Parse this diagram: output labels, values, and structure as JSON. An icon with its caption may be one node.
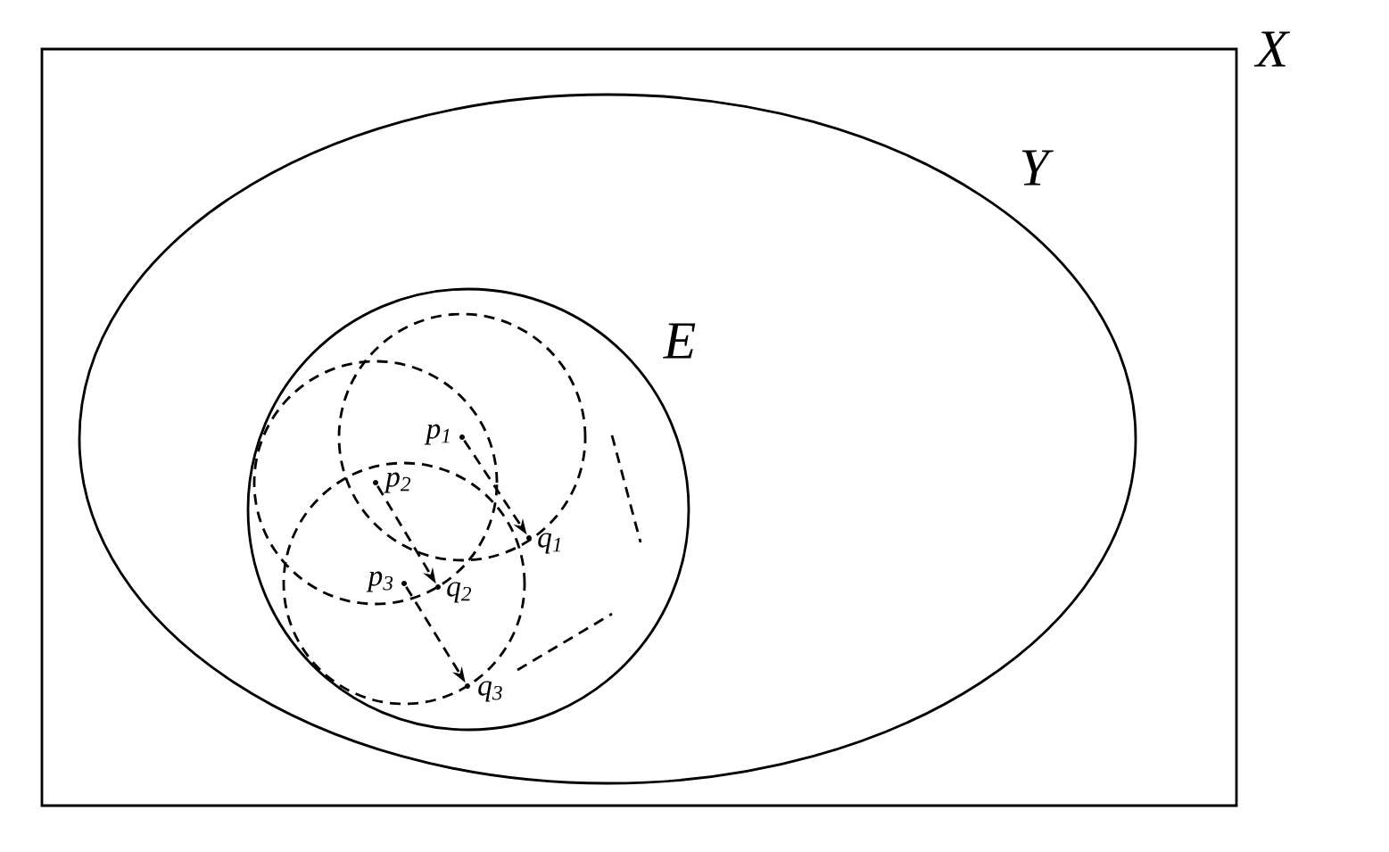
{
  "diagram": {
    "nodes": [
      {
        "text": [
          "X"
        ]
      },
      {
        "text": [
          "Y"
        ],
        "in": 0
      },
      {
        "text": [
          "E"
        ],
        "in": 1
      },
      {
        "text": [
          "p$_{1}$"
        ],
        "in": 2
      },
      {
        "text": [
          "p$_{2}$"
        ],
        "in": 2
      },
      {
        "text": [
          "p$_{3}$"
        ],
        "in": 2
      },
      {
        "text": [
          "q$_{1}$"
        ],
        "in": 2
      },
      {
        "text": [
          "q$_{2}$"
        ],
        "in": 2
      },
      {
        "text": [
          "q$_{3}$"
        ],
        "in": 2
      }
    ],
    "edges": [
      {
        "from": 3,
        "to": 6,
        "arrow": "to",
        "style": "dashed"
      },
      {
        "from": 4,
        "to": 7,
        "arrow": "to",
        "style": "dashed"
      },
      {
        "from": 5,
        "to": 8,
        "arrow": "to",
        "style": "dashed"
      }
    ]
  }
}
